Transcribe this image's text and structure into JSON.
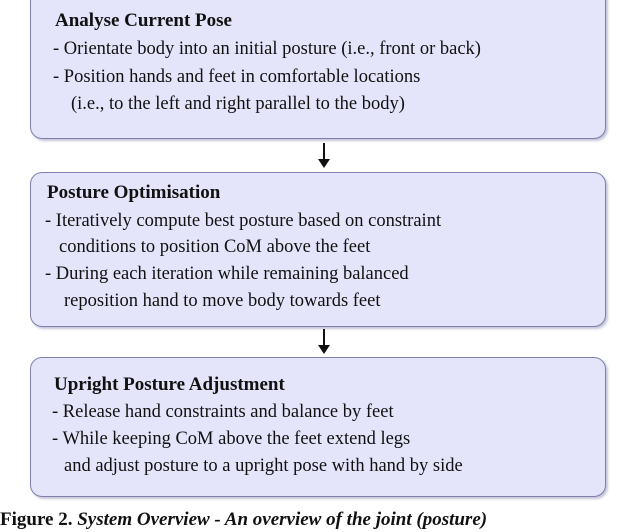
{
  "boxes": [
    {
      "title": "Analyse Current Pose",
      "lines": [
        "- Orientate body into an initial posture (i.e., front or back)",
        "- Position hands and feet in comfortable locations",
        "(i.e., to the left and right parallel to the body)"
      ]
    },
    {
      "title": "Posture Optimisation",
      "lines": [
        "- Iteratively compute best posture based on constraint",
        "conditions to position CoM above the feet",
        "- During each iteration while remaining balanced",
        "reposition hand to move body towards feet"
      ]
    },
    {
      "title": "Upright Posture Adjustment",
      "lines": [
        "- Release hand constraints and balance by feet",
        "- While keeping CoM above the feet extend legs",
        "and adjust posture to a upright pose with hand by side"
      ]
    }
  ],
  "caption": {
    "lead": "Figure 2.",
    "rest": "System Overview - An overview of the joint (posture)"
  },
  "colors": {
    "box_fill": "#e4e4fa",
    "box_border": "#7f7fb0",
    "arrow": "#111111"
  }
}
